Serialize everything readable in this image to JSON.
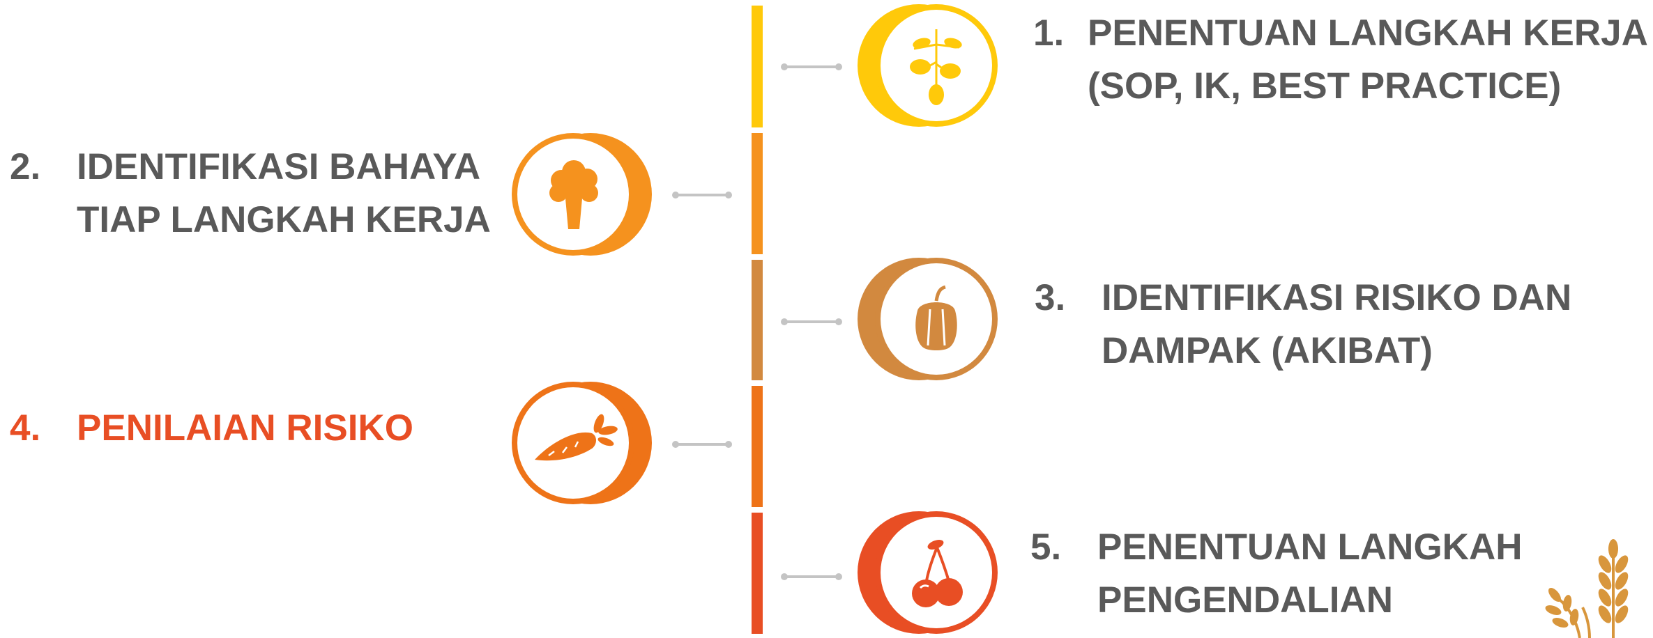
{
  "colors": {
    "yellow": "#FFC90A",
    "orange": "#F5921E",
    "tan": "#D2893F",
    "dark_orange": "#EE7318",
    "red": "#E84E24",
    "text_gray": "#595959",
    "highlight": "#E84E24",
    "connector": "#C4C4C4",
    "wheat": "#D8963C"
  },
  "steps": [
    {
      "num": "1.",
      "line1": "PENENTUAN LANGKAH KERJA",
      "line2": "(SOP, IK, BEST PRACTICE)",
      "icon": "olive-branch-icon",
      "color": "#FFC90A"
    },
    {
      "num": "2.",
      "line1": "IDENTIFIKASI BAHAYA",
      "line2": "TIAP LANGKAH KERJA",
      "icon": "broccoli-icon",
      "color": "#F5921E"
    },
    {
      "num": "3.",
      "line1": "IDENTIFIKASI RISIKO DAN",
      "line2": "DAMPAK (AKIBAT)",
      "icon": "bell-pepper-icon",
      "color": "#D2893F"
    },
    {
      "num": "4.",
      "line1": "PENILAIAN RISIKO",
      "line2": "",
      "icon": "carrot-icon",
      "color": "#EE7318"
    },
    {
      "num": "5.",
      "line1": "PENENTUAN LANGKAH",
      "line2": "PENGENDALIAN",
      "icon": "cherry-icon",
      "color": "#E84E24"
    }
  ],
  "decoration": {
    "icon": "wheat-icon"
  }
}
